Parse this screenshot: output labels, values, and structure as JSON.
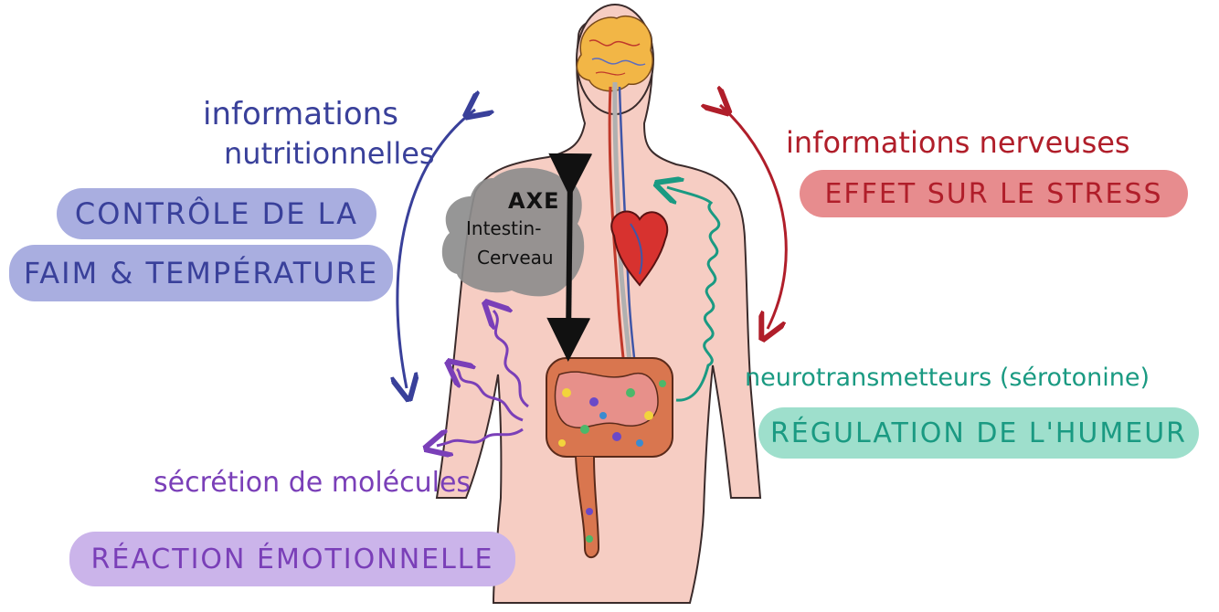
{
  "colors": {
    "blue_text": "#39409a",
    "blue_pill": "#a9aee0",
    "red_text": "#b01e2a",
    "red_pill": "#e78c8e",
    "teal_text": "#1a9a82",
    "teal_pill": "#9edfcc",
    "purple_text": "#7a3fb8",
    "purple_pill": "#cbb4ea",
    "body_skin": "#f6cdc3",
    "axis_cloud": "#8d8d8d"
  },
  "left_top": {
    "info_line1": "informations",
    "info_line2": "nutritionnelles",
    "pill_line1": "CONTRÔLE DE LA",
    "pill_line2": "FAIM & TEMPÉRATURE"
  },
  "right_top": {
    "info": "informations nerveuses",
    "pill": "EFFET SUR LE STRESS"
  },
  "right_bottom": {
    "info": "neurotransmetteurs (sérotonine)",
    "pill": "RÉGULATION DE L'HUMEUR"
  },
  "left_bottom": {
    "info": "sécrétion de molécules",
    "pill": "RÉACTION ÉMOTIONNELLE"
  },
  "axis": {
    "line1": "AXE",
    "line2": "Intestin-",
    "line3": "Cerveau"
  }
}
